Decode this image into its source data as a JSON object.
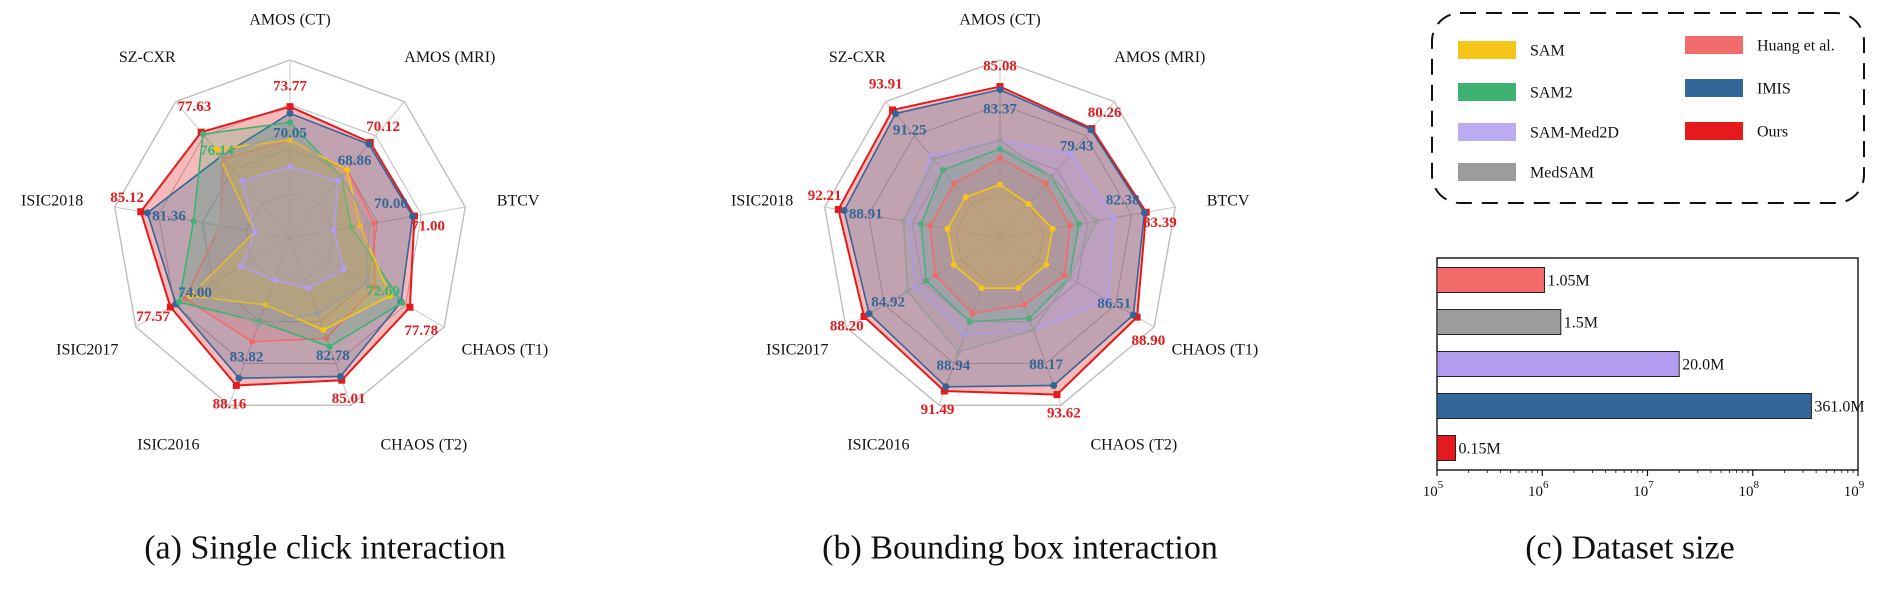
{
  "colors": {
    "SAM": "#f5c518",
    "SAM2": "#3cb371",
    "SAM-Med2D": "#b19cf0",
    "MedSAM": "#9c9c9c",
    "Huang et al.": "#f26b6b",
    "IMIS": "#336699",
    "Ours": "#e41a1c"
  },
  "legend": {
    "items": [
      "SAM",
      "SAM2",
      "SAM-Med2D",
      "MedSAM",
      "Huang et al.",
      "IMIS",
      "Ours"
    ]
  },
  "chart_data": [
    {
      "type": "radar",
      "caption": "(a) Single click interaction",
      "axes": [
        "AMOS (CT)",
        "AMOS (MRI)",
        "BTCV",
        "CHAOS (T1)",
        "CHAOS (T2)",
        "ISIC2016",
        "ISIC2017",
        "ISIC2018",
        "SZ-CXR"
      ],
      "range": [
        0,
        100
      ],
      "series": [
        {
          "name": "Ours",
          "values": [
            73.77,
            70.12,
            71.0,
            77.78,
            85.01,
            88.16,
            77.57,
            85.12,
            77.63
          ]
        },
        {
          "name": "IMIS",
          "values": [
            70.05,
            68.86,
            70.0,
            72.0,
            82.78,
            83.82,
            74.0,
            81.36,
            60.0
          ]
        },
        {
          "name": "Huang et al.",
          "values": [
            55.0,
            50.0,
            48.0,
            55.0,
            60.0,
            62.0,
            68.0,
            40.0,
            58.0
          ]
        },
        {
          "name": "SAM2",
          "values": [
            65.0,
            45.0,
            35.0,
            72.69,
            65.0,
            50.0,
            72.0,
            55.0,
            76.14
          ]
        },
        {
          "name": "SAM",
          "values": [
            55.0,
            50.0,
            40.0,
            65.0,
            55.0,
            40.0,
            65.0,
            20.0,
            65.0
          ]
        },
        {
          "name": "MedSAM",
          "values": [
            60.0,
            45.0,
            45.0,
            50.0,
            45.0,
            52.0,
            60.0,
            40.0,
            60.0
          ]
        },
        {
          "name": "SAM-Med2D",
          "values": [
            40.0,
            42.0,
            25.0,
            35.0,
            30.0,
            25.0,
            32.0,
            20.0,
            42.0
          ]
        }
      ],
      "labels": {
        "Ours": [
          "73.77",
          "70.12",
          "71.00",
          "77.78",
          "85.01",
          "88.16",
          "77.57",
          "85.12",
          "77.63"
        ],
        "IMIS": [
          "70.05",
          "68.86",
          "70.00",
          "",
          "82.78",
          "83.82",
          "74.00",
          "81.36",
          ""
        ],
        "SAM2": [
          "",
          "",
          "",
          "72.69",
          "",
          "",
          "",
          "",
          "76.14"
        ]
      }
    },
    {
      "type": "radar",
      "caption": "(b) Bounding box interaction",
      "axes": [
        "AMOS (CT)",
        "AMOS (MRI)",
        "BTCV",
        "CHAOS (T1)",
        "CHAOS (T2)",
        "ISIC2016",
        "ISIC2017",
        "ISIC2018",
        "SZ-CXR"
      ],
      "range": [
        0,
        100
      ],
      "series": [
        {
          "name": "Ours",
          "values": [
            85.08,
            80.26,
            83.39,
            88.9,
            93.62,
            91.49,
            88.2,
            92.21,
            93.91
          ]
        },
        {
          "name": "IMIS",
          "values": [
            83.37,
            79.43,
            82.38,
            86.51,
            88.17,
            88.94,
            84.92,
            88.91,
            91.25
          ]
        },
        {
          "name": "SAM-Med2D",
          "values": [
            55.0,
            62.0,
            65.0,
            70.0,
            55.0,
            58.0,
            55.0,
            52.0,
            60.0
          ]
        },
        {
          "name": "SAM2",
          "values": [
            50.0,
            45.0,
            45.0,
            45.0,
            48.0,
            50.0,
            48.0,
            45.0,
            50.0
          ]
        },
        {
          "name": "MedSAM",
          "values": [
            55.0,
            45.0,
            55.0,
            45.0,
            55.0,
            68.0,
            60.0,
            55.0,
            58.0
          ]
        },
        {
          "name": "Huang et al.",
          "values": [
            45.0,
            40.0,
            40.0,
            42.0,
            40.0,
            45.0,
            42.0,
            40.0,
            40.0
          ]
        },
        {
          "name": "SAM",
          "values": [
            30.0,
            25.0,
            30.0,
            30.0,
            30.0,
            30.0,
            30.0,
            30.0,
            30.0
          ]
        }
      ],
      "labels": {
        "Ours": [
          "85.08",
          "80.26",
          "83.39",
          "88.90",
          "93.62",
          "91.49",
          "88.20",
          "92.21",
          "93.91"
        ],
        "IMIS": [
          "83.37",
          "79.43",
          "82.38",
          "86.51",
          "88.17",
          "88.94",
          "84.92",
          "88.91",
          "91.25"
        ]
      }
    },
    {
      "type": "bar",
      "orientation": "horizontal",
      "caption": "(c) Dataset size",
      "xscale": "log",
      "xlim": [
        100000,
        1000000000
      ],
      "xticks": [
        {
          "base": "10",
          "exp": "5",
          "value": 100000
        },
        {
          "base": "10",
          "exp": "6",
          "value": 1000000
        },
        {
          "base": "10",
          "exp": "7",
          "value": 10000000
        },
        {
          "base": "10",
          "exp": "8",
          "value": 100000000
        },
        {
          "base": "10",
          "exp": "9",
          "value": 1000000000
        }
      ],
      "bars": [
        {
          "name": "Huang et al.",
          "value": 1050000,
          "label": "1.05M"
        },
        {
          "name": "MedSAM",
          "value": 1500000,
          "label": "1.5M"
        },
        {
          "name": "SAM-Med2D",
          "value": 20000000,
          "label": "20.0M"
        },
        {
          "name": "IMIS",
          "value": 361000000,
          "label": "361.0M"
        },
        {
          "name": "Ours",
          "value": 150000,
          "label": "0.15M"
        }
      ]
    }
  ]
}
